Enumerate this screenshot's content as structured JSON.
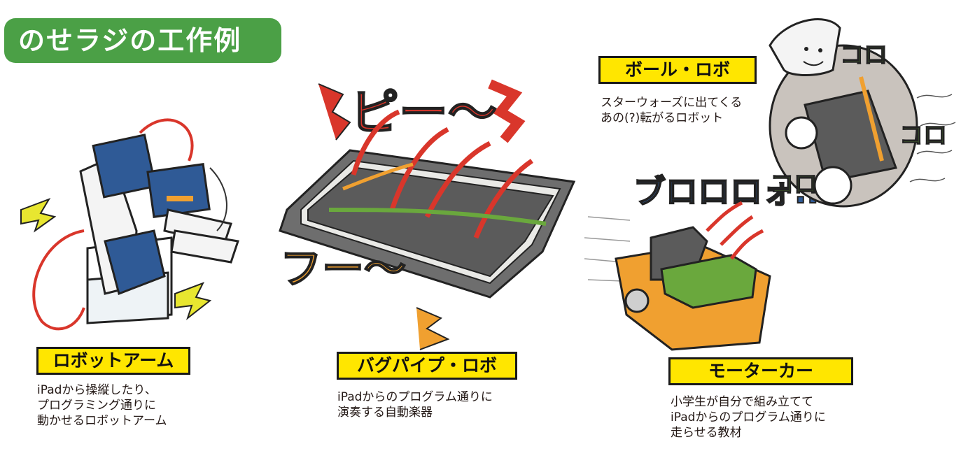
{
  "title": "のせラジの工作例",
  "colors": {
    "banner": "#4ba046",
    "label_bg": "#ffe600",
    "red": "#d9362b",
    "orange": "#f0a030",
    "green": "#6aa83d",
    "blue": "#2f5a96",
    "lime": "#e8e630",
    "gray": "#5b5b5b"
  },
  "examples": [
    {
      "label": "ロボットアーム",
      "desc": "iPadから操縦したり、\nプログラミング通りに\n動かせるロボットアーム"
    },
    {
      "label": "バグパイプ・ロボ",
      "desc": "iPadからのプログラム通りに\n演奏する自動楽器"
    },
    {
      "label": "モーターカー",
      "desc": "小学生が自分で組み立てて\niPadからのプログラム通りに\n走らせる教材"
    },
    {
      "label": "ボール・ロボ",
      "desc": "スターウォーズに出てくる\nあの(?)転がるロボット"
    }
  ],
  "sounds": {
    "beep": "ピー〜",
    "puff": "フー〜",
    "vroom": "ブロロロォ..",
    "roll": "コロ"
  }
}
